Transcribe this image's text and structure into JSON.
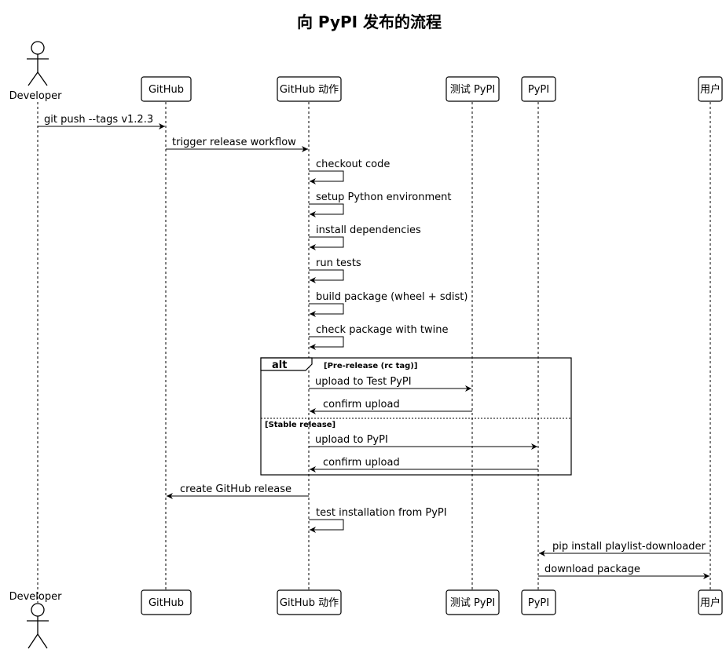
{
  "title": "向 PyPI 发布的流程",
  "participants": [
    {
      "id": "dev",
      "label": "Developer",
      "kind": "actor"
    },
    {
      "id": "gh",
      "label": "GitHub",
      "kind": "participant"
    },
    {
      "id": "gha",
      "label": "GitHub 动作",
      "kind": "participant"
    },
    {
      "id": "tpypi",
      "label": "测试 PyPI",
      "kind": "participant"
    },
    {
      "id": "pypi",
      "label": "PyPI",
      "kind": "participant"
    },
    {
      "id": "user",
      "label": "用户",
      "kind": "participant"
    }
  ],
  "messages": [
    {
      "from": "dev",
      "to": "gh",
      "text": "git push --tags v1.2.3"
    },
    {
      "from": "gh",
      "to": "gha",
      "text": "trigger release workflow"
    },
    {
      "from": "gha",
      "to": "gha",
      "text": "checkout code"
    },
    {
      "from": "gha",
      "to": "gha",
      "text": "setup Python environment"
    },
    {
      "from": "gha",
      "to": "gha",
      "text": "install dependencies"
    },
    {
      "from": "gha",
      "to": "gha",
      "text": "run tests"
    },
    {
      "from": "gha",
      "to": "gha",
      "text": "build package (wheel + sdist)"
    },
    {
      "from": "gha",
      "to": "gha",
      "text": "check package with twine"
    },
    {
      "from": "gha",
      "to": "tpypi",
      "text": "upload to Test PyPI"
    },
    {
      "from": "tpypi",
      "to": "gha",
      "text": "confirm upload"
    },
    {
      "from": "gha",
      "to": "pypi",
      "text": "upload to PyPI"
    },
    {
      "from": "pypi",
      "to": "gha",
      "text": "confirm upload"
    },
    {
      "from": "gha",
      "to": "gh",
      "text": "create GitHub release"
    },
    {
      "from": "gha",
      "to": "gha",
      "text": "test installation from PyPI"
    },
    {
      "from": "user",
      "to": "pypi",
      "text": "pip install playlist-downloader"
    },
    {
      "from": "pypi",
      "to": "user",
      "text": "download package"
    }
  ],
  "fragment": {
    "operator": "alt",
    "guards": [
      "[Pre-release (rc tag)]",
      "[Stable release]"
    ]
  }
}
